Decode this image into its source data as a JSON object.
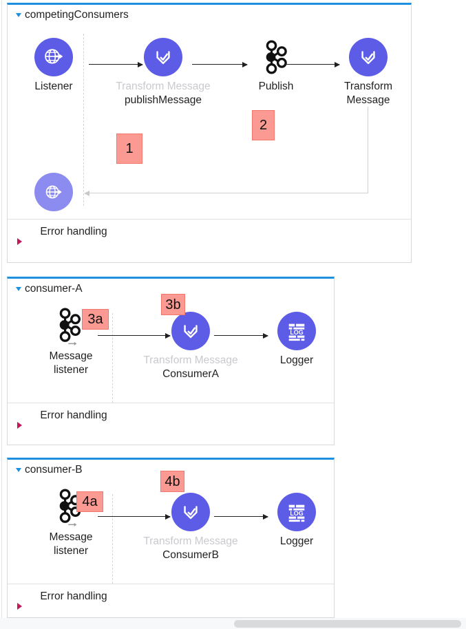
{
  "app": {
    "accent_blue": "#1e90e0",
    "node_purple": "#5c5ce6",
    "node_purple_light": "#8c8cf0",
    "badge_fill": "#fb9a92",
    "badge_border": "#f2766c",
    "error_triangle_color": "#c2185b"
  },
  "flows": [
    {
      "title": "competingConsumers",
      "error_section": {
        "label": "Error\nhandling"
      },
      "nodes": [
        {
          "label": "Listener",
          "sub": "",
          "icon": "globe-arrow-icon",
          "style": "purple"
        },
        {
          "label": "Transform Message",
          "sub": "publishMessage",
          "icon": "transform-message-icon",
          "style": "purple"
        },
        {
          "label": "Publish",
          "sub": "",
          "icon": "kafka-icon",
          "style": "bare"
        },
        {
          "label": "Transform\nMessage",
          "sub": "",
          "icon": "transform-message-icon",
          "style": "purple"
        },
        {
          "label": "",
          "sub": "",
          "icon": "globe-arrow-icon",
          "style": "purple-light"
        }
      ],
      "badges": [
        {
          "text": "1"
        },
        {
          "text": "2"
        }
      ]
    },
    {
      "title": "consumer-A",
      "error_section": {
        "label": "Error\nhandling"
      },
      "nodes": [
        {
          "label": "Message\nlistener",
          "sub": "",
          "icon": "kafka-listener-icon",
          "style": "bare"
        },
        {
          "label": "Transform Message",
          "sub": "ConsumerA",
          "icon": "transform-message-icon",
          "style": "purple"
        },
        {
          "label": "Logger",
          "sub": "",
          "icon": "logger-icon",
          "style": "purple"
        }
      ],
      "badges": [
        {
          "text": "3a"
        },
        {
          "text": "3b"
        }
      ]
    },
    {
      "title": "consumer-B",
      "error_section": {
        "label": "Error\nhandling"
      },
      "nodes": [
        {
          "label": "Message\nlistener",
          "sub": "",
          "icon": "kafka-listener-icon",
          "style": "bare"
        },
        {
          "label": "Transform Message",
          "sub": "ConsumerB",
          "icon": "transform-message-icon",
          "style": "purple"
        },
        {
          "label": "Logger",
          "sub": "",
          "icon": "logger-icon",
          "style": "purple"
        }
      ],
      "badges": [
        {
          "text": "4a"
        },
        {
          "text": "4b"
        }
      ]
    }
  ]
}
